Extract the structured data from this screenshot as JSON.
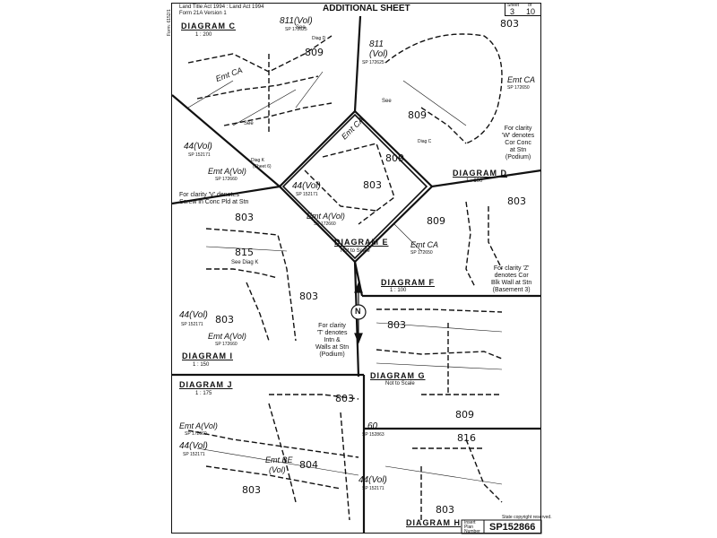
{
  "margin": {
    "left_text": "Form: 6152/1"
  },
  "header": {
    "act_line": "Land Title Act 1994 : Land Act 1994",
    "form_line": "Form 21A Version 1",
    "title": "ADDITIONAL SHEET",
    "sheet_label": "Sheet",
    "sheet_no": "3",
    "of_label": "of",
    "sheet_total": "10"
  },
  "diagrams": [
    {
      "id": "C",
      "title": "DIAGRAM C",
      "scale": "1 : 200"
    },
    {
      "id": "D",
      "title": "DIAGRAM D",
      "scale": "1 : 100"
    },
    {
      "id": "E",
      "title": "DIAGRAM E",
      "scale": "Not to Scale"
    },
    {
      "id": "F",
      "title": "DIAGRAM F",
      "scale": "1 : 100"
    },
    {
      "id": "G",
      "title": "DIAGRAM G",
      "scale": "Not to Scale"
    },
    {
      "id": "H",
      "title": "DIAGRAM H",
      "scale": ""
    },
    {
      "id": "I",
      "title": "DIAGRAM I",
      "scale": "1 : 150"
    },
    {
      "id": "J",
      "title": "DIAGRAM J",
      "scale": "1 : 175"
    }
  ],
  "notes": {
    "v": "For clarity 'V' denotes\nScrew in Conc Pld at Stn",
    "w": "For clarity\n'W' denotes\nCor Conc\nat Stn\n(Podium)",
    "t": "For clarity\n'T' denotes\nIntn &\nWalls at Stn\n(Podium)",
    "z": "For clarity 'Z'\ndenotes Cor\nBlk Wall at Stn\n(Basement 3)"
  },
  "lots": {
    "c_811": "811(Vol)",
    "c_811_sp": "SP 172625",
    "c_809": "809",
    "c_emtca": "Emt CA",
    "c_44": "44(Vol)",
    "c_44_sp": "SP 152171",
    "c_emta": "Emt A(Vol)",
    "c_emta_sp": "SP 172660",
    "d_803": "803",
    "d_811": "811",
    "d_811v": "(Vol)",
    "d_811_sp": "SP 172625",
    "d_809": "809",
    "d_emtca": "Emt CA",
    "d_emtca_sp": "SP 172650",
    "e_809": "809",
    "e_803": "803",
    "e_44": "44(Vol)",
    "e_44_sp": "SP 152171",
    "e_emta": "Emt A(Vol)",
    "e_emta_sp": "SP 172660",
    "e_emtca": "Emt CA",
    "i_803a": "803",
    "i_815": "815",
    "i_803b": "803",
    "i_44": "44(Vol)",
    "i_44_sp": "SP 152171",
    "i_emta": "Emt A(Vol)",
    "i_emta_sp": "SP 172660",
    "i_803c": "803",
    "f_803": "803",
    "f_809": "809",
    "f_emtca": "Emt CA",
    "f_emtca_sp": "SP 172650",
    "g_803": "803",
    "g_809": "809",
    "j_803": "803",
    "j_emta": "Emt A(Vol)",
    "j_emta_sp": "SP 172660",
    "j_44": "44(Vol)",
    "j_44_sp": "SP 152171",
    "j_emtbe": "Emt BE",
    "j_emtbe_v": "(Vol)",
    "j_804": "804",
    "j_803b": "803",
    "j_44b": "44(Vol)",
    "j_44b_sp": "SP 152171",
    "j_60": "60",
    "j_60_sp": "SP 152863",
    "h_816": "816",
    "h_803": "803"
  },
  "small_labels": {
    "diag_d": "Diag D",
    "see": "See",
    "diag_c": "Diag C",
    "diag_k": "Diag K",
    "see_diag_k": "See Diag K",
    "sheet6": "(Sheet 6)"
  },
  "footer": {
    "copyright": "State copyright reserved.",
    "insert_plan": "Insert\nPlan\nNumber",
    "plan_number": "SP152866"
  },
  "north": "N"
}
